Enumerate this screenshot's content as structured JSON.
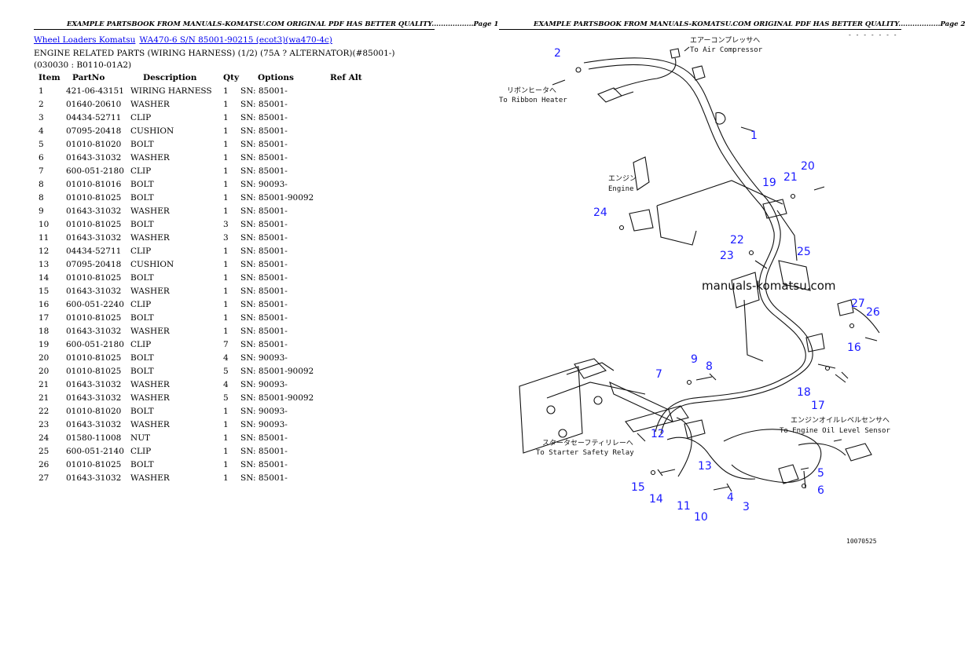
{
  "header": {
    "left_text": "EXAMPLE PARTSBOOK FROM MANUALS-KOMATSU.COM ORIGINAL PDF HAS BETTER QUALITY..................Page 1",
    "right_text": "EXAMPLE PARTSBOOK FROM MANUALS-KOMATSU.COM ORIGINAL PDF HAS BETTER QUALITY..................Page 2"
  },
  "breadcrumb": {
    "link1": "Wheel Loaders Komatsu",
    "link2": "WA470-6 S/N  85001-90215 (ecot3)(wa470-4c)"
  },
  "title": "ENGINE RELATED PARTS (WIRING HARNESS) (1/2) (75A ? ALTERNATOR)(#85001-)(030030 : B0110-01A2)",
  "table": {
    "headers": [
      "Item",
      "PartNo",
      "Description",
      "Qty",
      "Options",
      "Ref Alt"
    ],
    "rows": [
      [
        "1",
        "421-06-43151",
        "WIRING HARNESS",
        "1",
        "SN: 85001-",
        ""
      ],
      [
        "2",
        "01640-20610",
        "WASHER",
        "1",
        "SN: 85001-",
        ""
      ],
      [
        "3",
        "04434-52711",
        "CLIP",
        "1",
        "SN: 85001-",
        ""
      ],
      [
        "4",
        "07095-20418",
        "CUSHION",
        "1",
        "SN: 85001-",
        ""
      ],
      [
        "5",
        "01010-81020",
        "BOLT",
        "1",
        "SN: 85001-",
        ""
      ],
      [
        "6",
        "01643-31032",
        "WASHER",
        "1",
        "SN: 85001-",
        ""
      ],
      [
        "7",
        "600-051-2180",
        "CLIP",
        "1",
        "SN: 85001-",
        ""
      ],
      [
        "8",
        "01010-81016",
        "BOLT",
        "1",
        "SN: 90093-",
        ""
      ],
      [
        "8",
        "01010-81025",
        "BOLT",
        "1",
        "SN: 85001-90092",
        ""
      ],
      [
        "9",
        "01643-31032",
        "WASHER",
        "1",
        "SN: 85001-",
        ""
      ],
      [
        "10",
        "01010-81025",
        "BOLT",
        "3",
        "SN: 85001-",
        ""
      ],
      [
        "11",
        "01643-31032",
        "WASHER",
        "3",
        "SN: 85001-",
        ""
      ],
      [
        "12",
        "04434-52711",
        "CLIP",
        "1",
        "SN: 85001-",
        ""
      ],
      [
        "13",
        "07095-20418",
        "CUSHION",
        "1",
        "SN: 85001-",
        ""
      ],
      [
        "14",
        "01010-81025",
        "BOLT",
        "1",
        "SN: 85001-",
        ""
      ],
      [
        "15",
        "01643-31032",
        "WASHER",
        "1",
        "SN: 85001-",
        ""
      ],
      [
        "16",
        "600-051-2240",
        "CLIP",
        "1",
        "SN: 85001-",
        ""
      ],
      [
        "17",
        "01010-81025",
        "BOLT",
        "1",
        "SN: 85001-",
        ""
      ],
      [
        "18",
        "01643-31032",
        "WASHER",
        "1",
        "SN: 85001-",
        ""
      ],
      [
        "19",
        "600-051-2180",
        "CLIP",
        "7",
        "SN: 85001-",
        ""
      ],
      [
        "20",
        "01010-81025",
        "BOLT",
        "4",
        "SN: 90093-",
        ""
      ],
      [
        "20",
        "01010-81025",
        "BOLT",
        "5",
        "SN: 85001-90092",
        ""
      ],
      [
        "21",
        "01643-31032",
        "WASHER",
        "4",
        "SN: 90093-",
        ""
      ],
      [
        "21",
        "01643-31032",
        "WASHER",
        "5",
        "SN: 85001-90092",
        ""
      ],
      [
        "22",
        "01010-81020",
        "BOLT",
        "1",
        "SN: 90093-",
        ""
      ],
      [
        "23",
        "01643-31032",
        "WASHER",
        "1",
        "SN: 90093-",
        ""
      ],
      [
        "24",
        "01580-11008",
        "NUT",
        "1",
        "SN: 85001-",
        ""
      ],
      [
        "25",
        "600-051-2140",
        "CLIP",
        "1",
        "SN: 85001-",
        ""
      ],
      [
        "26",
        "01010-81025",
        "BOLT",
        "1",
        "SN: 85001-",
        ""
      ],
      [
        "27",
        "01643-31032",
        "WASHER",
        "1",
        "SN: 85001-",
        ""
      ]
    ]
  },
  "diagram": {
    "watermark": "manuals-komatsu.com",
    "labels": {
      "air_jp": "エアーコンプレッサへ",
      "air_en": "To Air Compressor",
      "ribbon_jp": "リボンヒータへ",
      "ribbon_en": "To Ribbon Heater",
      "engine_jp": "エンジン",
      "engine_en": "Engine",
      "starter_jp": "スタータセーフティリレーへ",
      "starter_en": "To Starter Safety Relay",
      "oil_jp": "エンジンオイルレベルセンサへ",
      "oil_en": "To Engine Oil Level Sensor",
      "code": "10070525",
      "dots": "- - - - - - -"
    },
    "callouts": [
      "1",
      "2",
      "3",
      "4",
      "5",
      "6",
      "7",
      "8",
      "9",
      "10",
      "11",
      "12",
      "13",
      "14",
      "15",
      "16",
      "17",
      "18",
      "19",
      "20",
      "21",
      "22",
      "23",
      "24",
      "25",
      "26",
      "27"
    ],
    "callout_color": "#1a1aff"
  }
}
